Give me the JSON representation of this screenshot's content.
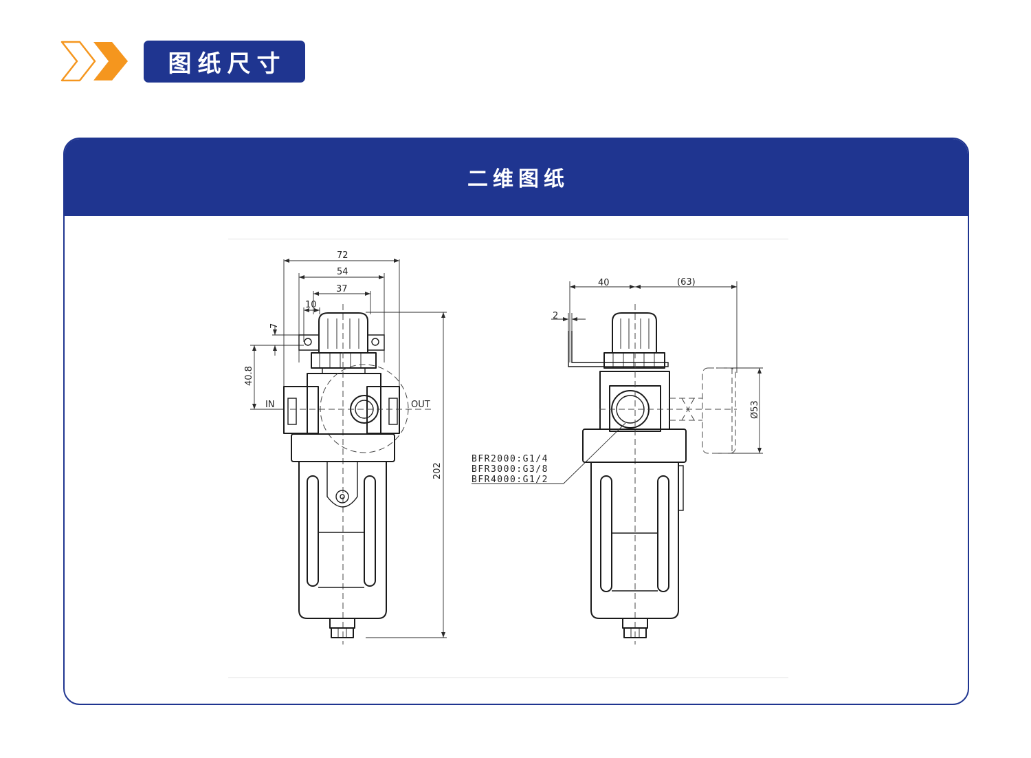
{
  "header": {
    "title": "图纸尺寸",
    "colors": {
      "primary": "#1f3590",
      "accent": "#f5961e"
    }
  },
  "panel": {
    "title": "二维图纸"
  },
  "drawing": {
    "front_view": {
      "dimensions": [
        "72",
        "54",
        "37",
        "10",
        "7",
        "40.8",
        "202"
      ],
      "port_labels": {
        "in": "IN",
        "out": "OUT"
      }
    },
    "side_view": {
      "dimensions": [
        "40",
        "(63)",
        "2",
        "Ø53"
      ],
      "model_ports": [
        "BFR2000:G1/4",
        "BFR3000:G3/8",
        "BFR4000:G1/2"
      ]
    }
  }
}
